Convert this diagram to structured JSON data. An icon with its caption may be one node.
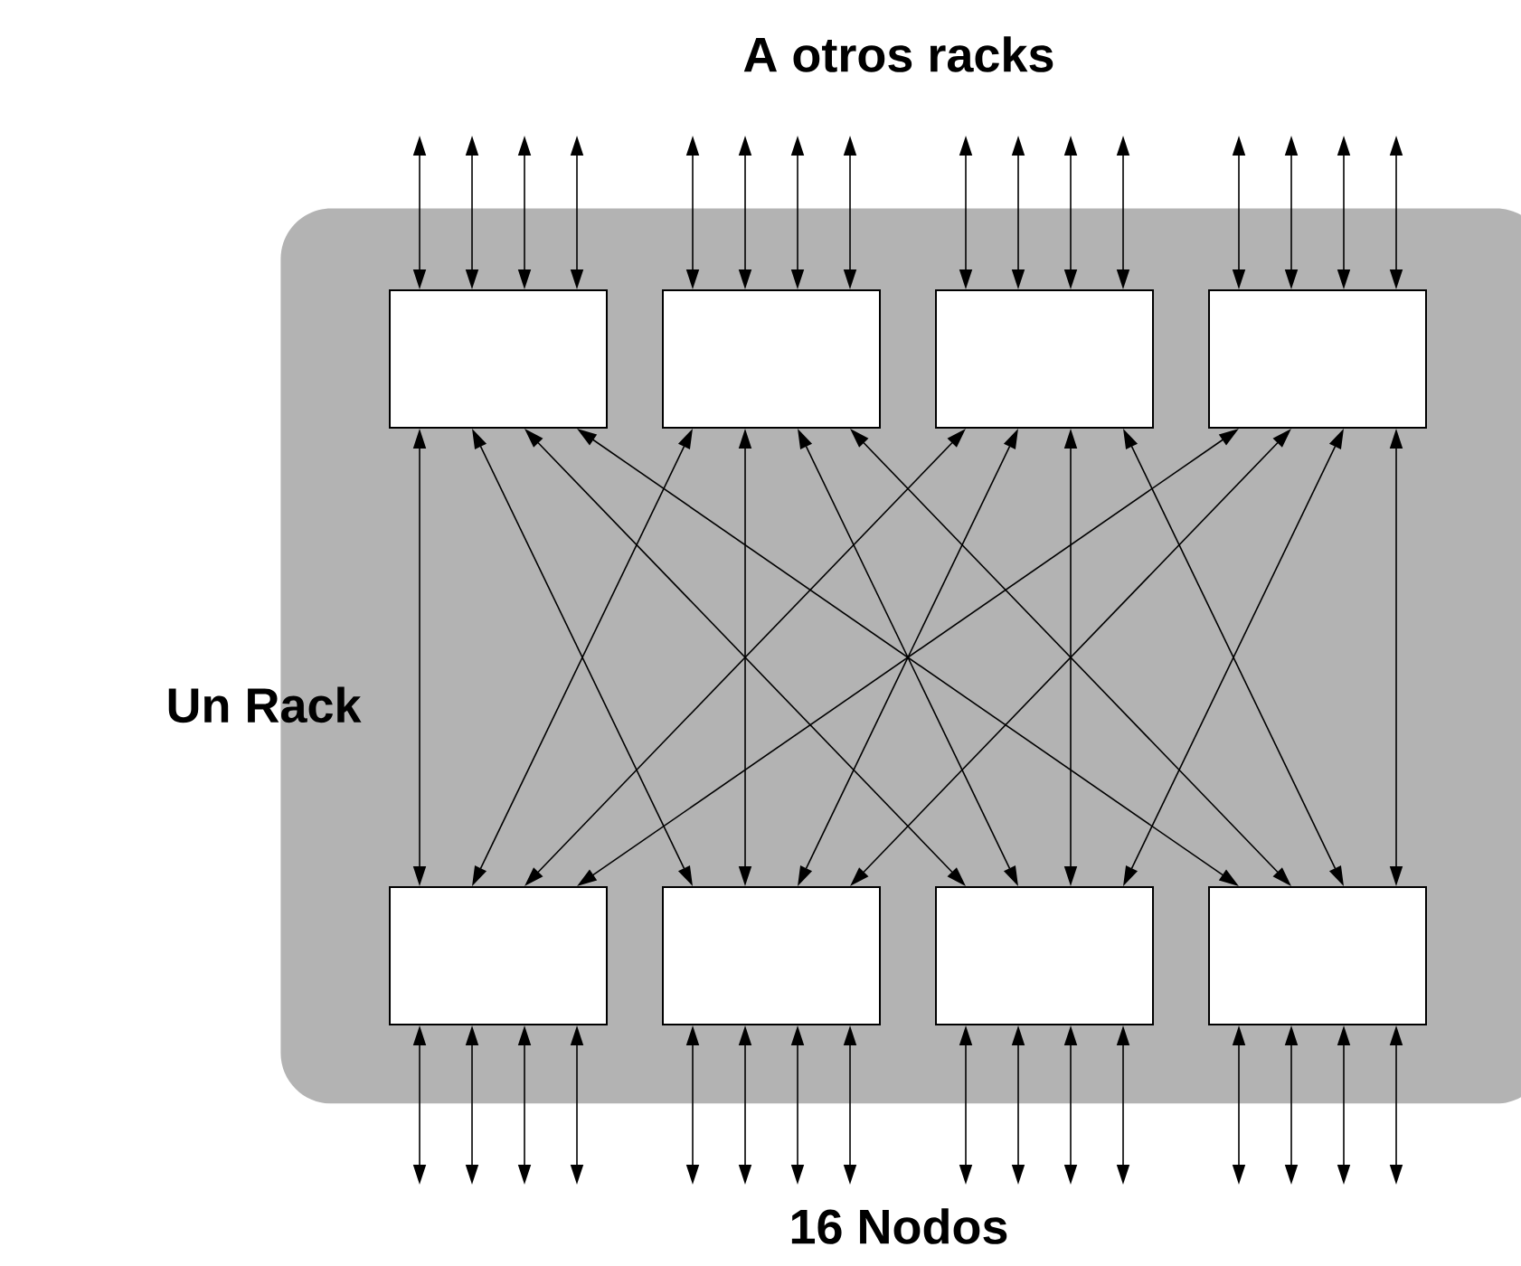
{
  "diagram": {
    "nodes": [
      {
        "text": [
          "Un Rack"
        ]
      },
      {
        "text": [],
        "shape": "box",
        "in": 0
      },
      {
        "text": [],
        "shape": "box",
        "in": 0
      },
      {
        "text": [],
        "shape": "box",
        "in": 0
      },
      {
        "text": [],
        "shape": "box",
        "in": 0
      },
      {
        "text": [],
        "shape": "box",
        "in": 0
      },
      {
        "text": [],
        "shape": "box",
        "in": 0
      },
      {
        "text": [],
        "shape": "box",
        "in": 0
      },
      {
        "text": [],
        "shape": "box",
        "in": 0
      }
    ],
    "edges": [
      {
        "from": 1,
        "to": null,
        "arrow": "both"
      },
      {
        "from": 1,
        "to": null,
        "arrow": "both"
      },
      {
        "from": 1,
        "to": null,
        "arrow": "both"
      },
      {
        "from": 1,
        "to": null,
        "arrow": "both"
      },
      {
        "from": 2,
        "to": null,
        "arrow": "both"
      },
      {
        "from": 2,
        "to": null,
        "arrow": "both"
      },
      {
        "from": 2,
        "to": null,
        "arrow": "both"
      },
      {
        "from": 2,
        "to": null,
        "arrow": "both"
      },
      {
        "from": 3,
        "to": null,
        "arrow": "both"
      },
      {
        "from": 3,
        "to": null,
        "arrow": "both"
      },
      {
        "from": 3,
        "to": null,
        "arrow": "both"
      },
      {
        "from": 3,
        "to": null,
        "arrow": "both"
      },
      {
        "from": 4,
        "to": null,
        "arrow": "both"
      },
      {
        "from": 4,
        "to": null,
        "arrow": "both"
      },
      {
        "from": 4,
        "to": null,
        "arrow": "both"
      },
      {
        "from": 4,
        "to": null,
        "arrow": "both"
      },
      {
        "from": 1,
        "to": 5,
        "arrow": "both"
      },
      {
        "from": 1,
        "to": 6,
        "arrow": "both"
      },
      {
        "from": 1,
        "to": 7,
        "arrow": "both"
      },
      {
        "from": 1,
        "to": 8,
        "arrow": "both"
      },
      {
        "from": 2,
        "to": 5,
        "arrow": "both"
      },
      {
        "from": 2,
        "to": 6,
        "arrow": "both"
      },
      {
        "from": 2,
        "to": 7,
        "arrow": "both"
      },
      {
        "from": 2,
        "to": 8,
        "arrow": "both"
      },
      {
        "from": 3,
        "to": 5,
        "arrow": "both"
      },
      {
        "from": 3,
        "to": 6,
        "arrow": "both"
      },
      {
        "from": 3,
        "to": 7,
        "arrow": "both"
      },
      {
        "from": 3,
        "to": 8,
        "arrow": "both"
      },
      {
        "from": 4,
        "to": 5,
        "arrow": "both"
      },
      {
        "from": 4,
        "to": 6,
        "arrow": "both"
      },
      {
        "from": 4,
        "to": 7,
        "arrow": "both"
      },
      {
        "from": 4,
        "to": 8,
        "arrow": "both"
      },
      {
        "from": 5,
        "to": null,
        "arrow": "both"
      },
      {
        "from": 5,
        "to": null,
        "arrow": "both"
      },
      {
        "from": 5,
        "to": null,
        "arrow": "both"
      },
      {
        "from": 5,
        "to": null,
        "arrow": "both"
      },
      {
        "from": 6,
        "to": null,
        "arrow": "both"
      },
      {
        "from": 6,
        "to": null,
        "arrow": "both"
      },
      {
        "from": 6,
        "to": null,
        "arrow": "both"
      },
      {
        "from": 6,
        "to": null,
        "arrow": "both"
      },
      {
        "from": 7,
        "to": null,
        "arrow": "both"
      },
      {
        "from": 7,
        "to": null,
        "arrow": "both"
      },
      {
        "from": 7,
        "to": null,
        "arrow": "both"
      },
      {
        "from": 7,
        "to": null,
        "arrow": "both"
      },
      {
        "from": 8,
        "to": null,
        "arrow": "both"
      },
      {
        "from": 8,
        "to": null,
        "arrow": "both"
      },
      {
        "from": 8,
        "to": null,
        "arrow": "both"
      },
      {
        "from": 8,
        "to": null,
        "arrow": "both"
      }
    ],
    "labels": [
      "A otros racks",
      "16 Nodos"
    ]
  }
}
